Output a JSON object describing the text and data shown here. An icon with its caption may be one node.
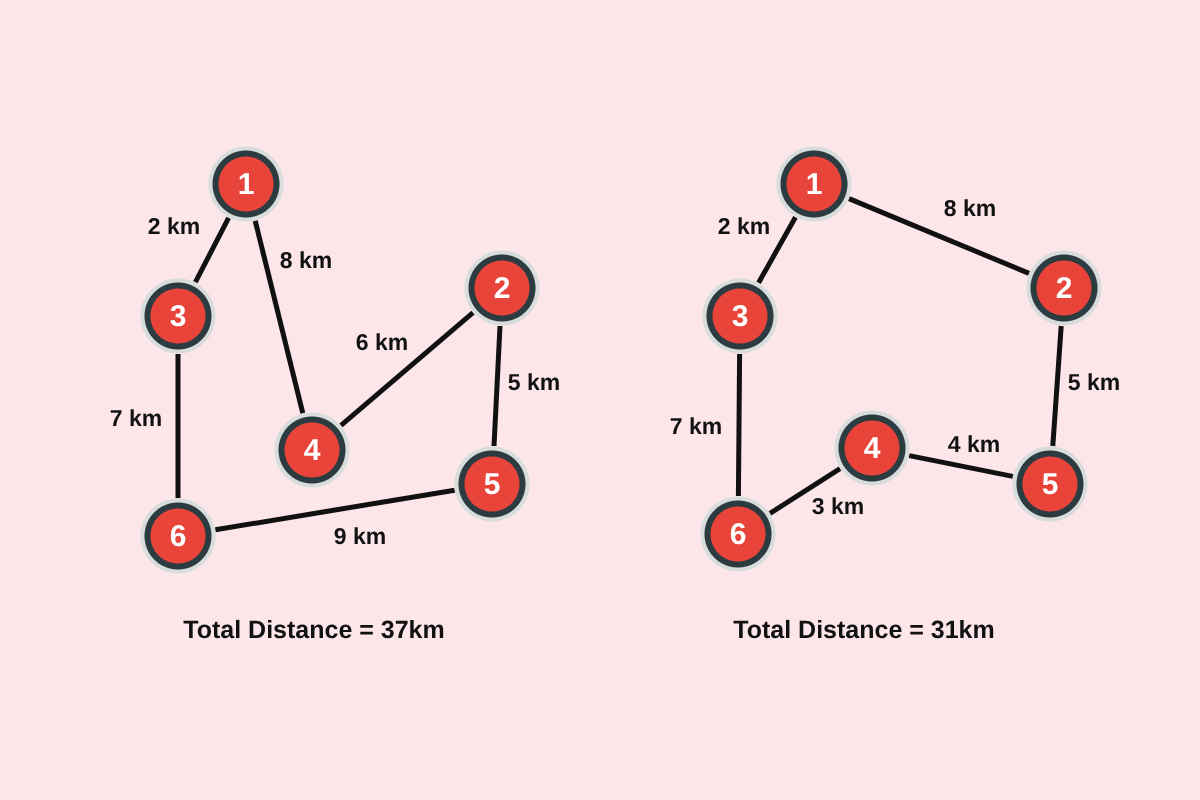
{
  "diagram": {
    "nodes": [
      {
        "text": [
          "1"
        ]
      },
      {
        "text": [
          "2"
        ]
      },
      {
        "text": [
          "3"
        ]
      },
      {
        "text": [
          "4"
        ]
      },
      {
        "text": [
          "5"
        ]
      },
      {
        "text": [
          "6"
        ]
      },
      {
        "text": [
          "1"
        ]
      },
      {
        "text": [
          "2"
        ]
      },
      {
        "text": [
          "3"
        ]
      },
      {
        "text": [
          "4"
        ]
      },
      {
        "text": [
          "5"
        ]
      },
      {
        "text": [
          "6"
        ]
      }
    ],
    "edges": [
      {
        "from": 0,
        "to": 2,
        "arrow": "none",
        "label": "2 km"
      },
      {
        "from": 0,
        "to": 3,
        "arrow": "none",
        "label": "8 km"
      },
      {
        "from": 1,
        "to": 3,
        "arrow": "none",
        "label": "6 km"
      },
      {
        "from": 1,
        "to": 4,
        "arrow": "none",
        "label": "5 km"
      },
      {
        "from": 2,
        "to": 5,
        "arrow": "none",
        "label": "7 km"
      },
      {
        "from": 5,
        "to": 4,
        "arrow": "none",
        "label": "9 km"
      },
      {
        "from": 6,
        "to": 8,
        "arrow": "none",
        "label": "2 km"
      },
      {
        "from": 6,
        "to": 7,
        "arrow": "none",
        "label": "8 km"
      },
      {
        "from": 7,
        "to": 10,
        "arrow": "none",
        "label": "5 km"
      },
      {
        "from": 8,
        "to": 11,
        "arrow": "none",
        "label": "7 km"
      },
      {
        "from": 10,
        "to": 9,
        "arrow": "none",
        "label": "4 km"
      },
      {
        "from": 11,
        "to": 9,
        "arrow": "none",
        "label": "3 km"
      }
    ],
    "labels": [
      "Total Distance = 37km",
      "Total Distance = 31km"
    ]
  }
}
